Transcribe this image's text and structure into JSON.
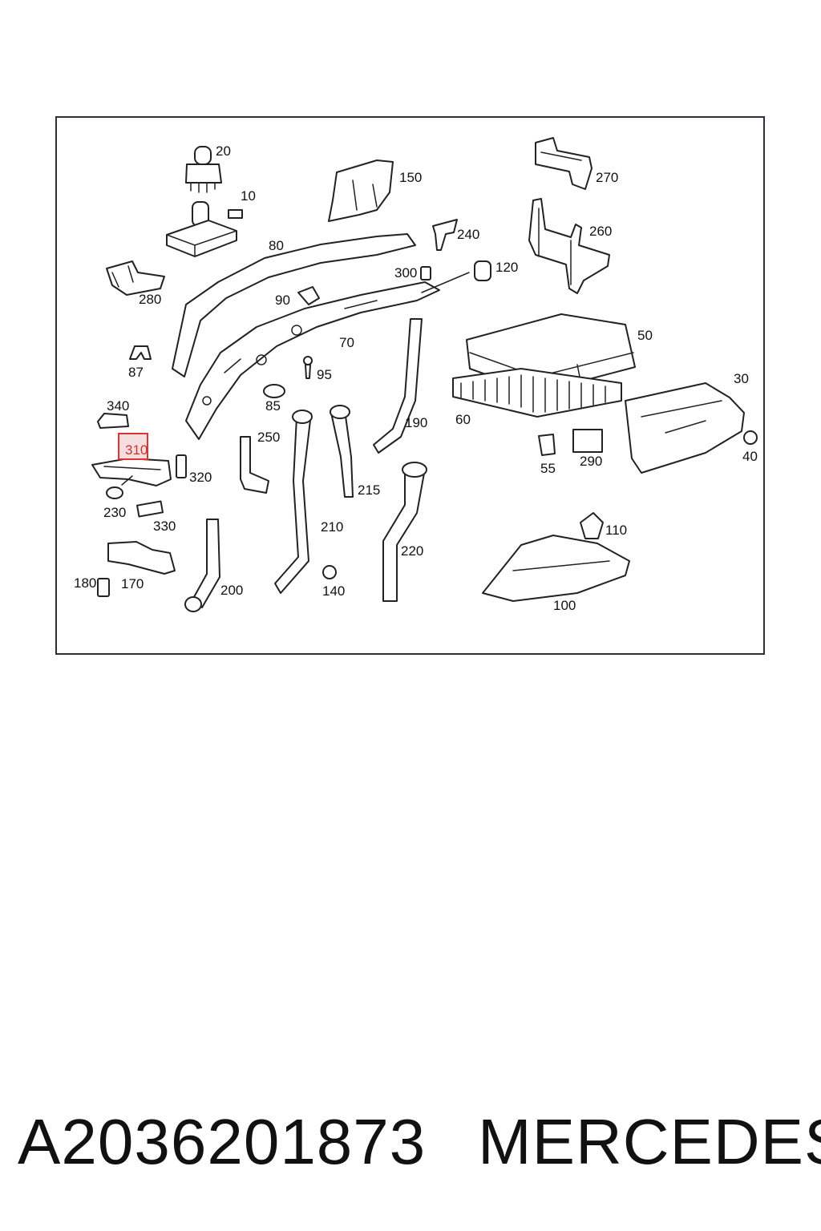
{
  "diagram": {
    "highlighted_label": "310",
    "labels": {
      "p20": "20",
      "p10": "10",
      "p150": "150",
      "p270": "270",
      "p80": "80",
      "p240": "240",
      "p260": "260",
      "p300": "300",
      "p120": "120",
      "p280": "280",
      "p90": "90",
      "p70": "70",
      "p50": "50",
      "p87": "87",
      "p95": "95",
      "p30": "30",
      "p340": "340",
      "p85": "85",
      "p190": "190",
      "p60": "60",
      "p250": "250",
      "p55": "55",
      "p290": "290",
      "p40": "40",
      "p320": "320",
      "p215": "215",
      "p230": "230",
      "p330": "330",
      "p210": "210",
      "p110": "110",
      "p220": "220",
      "p180": "180",
      "p170": "170",
      "p200": "200",
      "p140": "140",
      "p100": "100"
    }
  },
  "footer": {
    "part_number": "A2036201873",
    "brand": "MERCEDES"
  }
}
